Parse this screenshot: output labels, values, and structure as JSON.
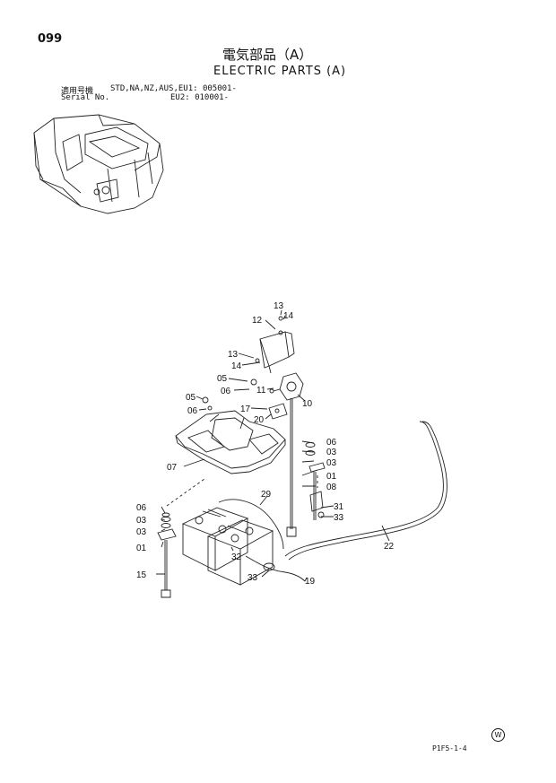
{
  "page_number": "099",
  "title_jp": "電気部品（A）",
  "title_en": "ELECTRIC PARTS (A)",
  "serial": {
    "label_jp": "適用号機",
    "label_en": "Serial No.",
    "line1": "STD,NA,NZ,AUS,EU1: 005001-",
    "line2": "EU2: 010001-"
  },
  "footer_code": "P1F5-1-4",
  "mark": "W",
  "callouts": [
    "13",
    "14",
    "12",
    "13",
    "14",
    "05",
    "06",
    "11",
    "10",
    "05",
    "06",
    "17",
    "20",
    "06",
    "03",
    "07",
    "03",
    "01",
    "08",
    "29",
    "31",
    "33",
    "06",
    "03",
    "03",
    "01",
    "22",
    "32",
    "15",
    "33",
    "19"
  ]
}
